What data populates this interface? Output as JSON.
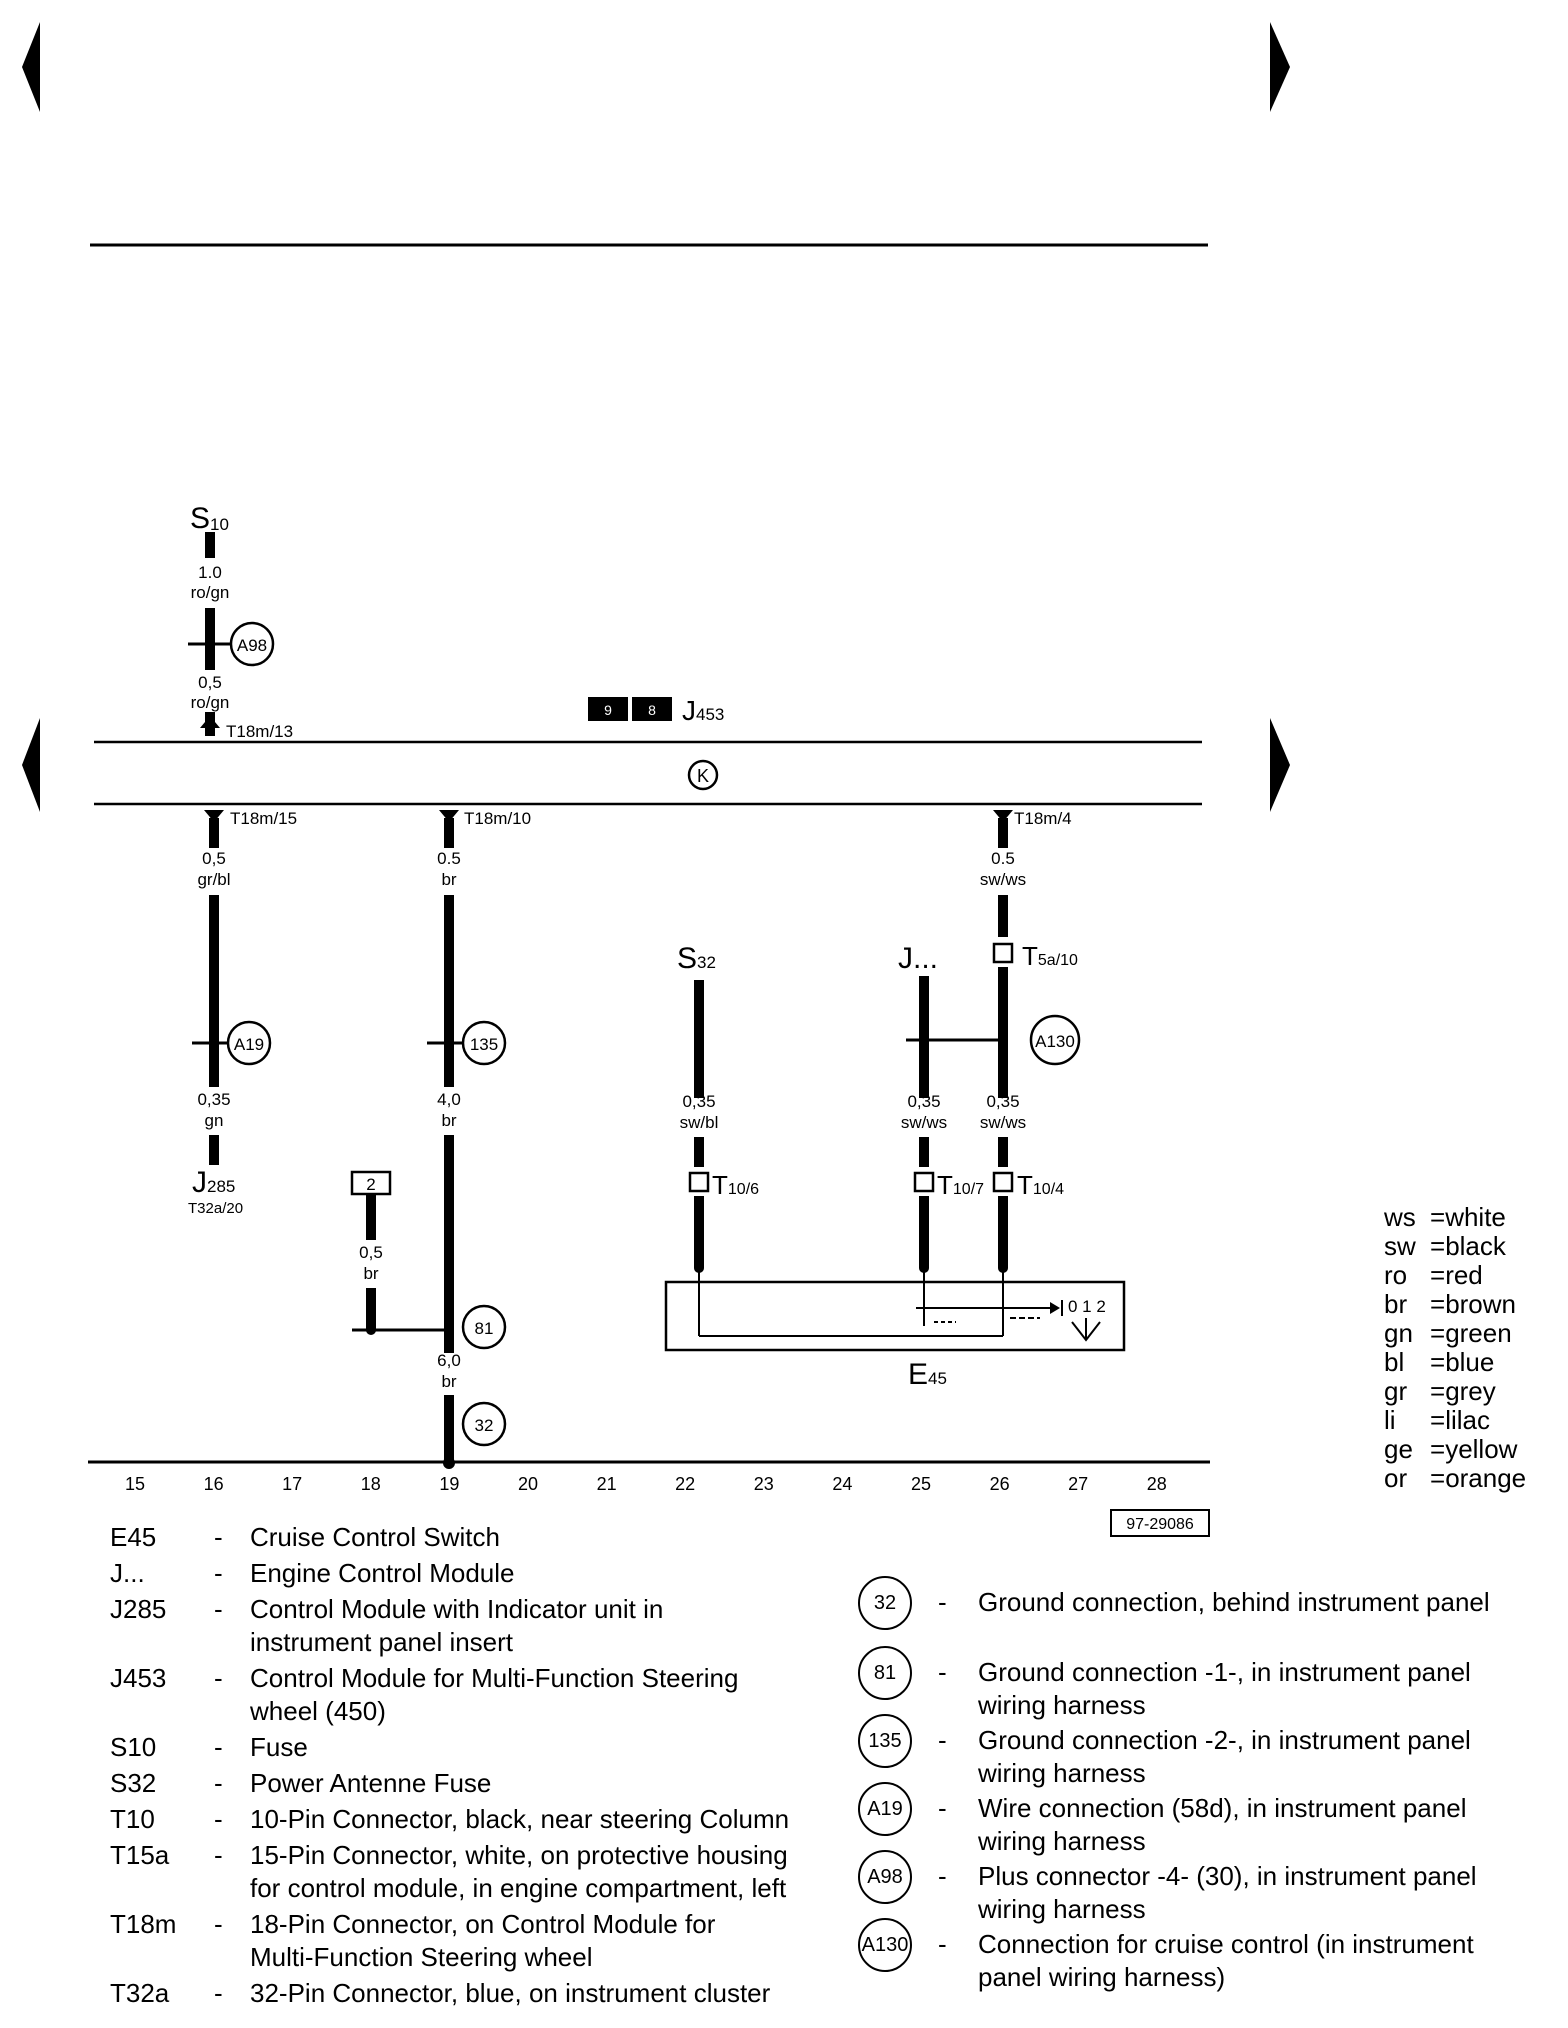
{
  "diagram": {
    "fuse_s10": {
      "label": "S",
      "sub": "10"
    },
    "wire_top1": {
      "gauge": "1.0",
      "color": "ro/gn"
    },
    "conn_a98": "A98",
    "wire_top2": {
      "gauge": "0,5",
      "color": "ro/gn"
    },
    "t18m13": "T18m/13",
    "j453_box1": "9",
    "j453_box2": "8",
    "j453": {
      "label": "J",
      "sub": "453"
    },
    "k_symbol": "K",
    "t18m15": "T18m/15",
    "t18m10": "T18m/10",
    "t18m4": "T18m/4",
    "w16a": {
      "gauge": "0,5",
      "color": "gr/bl"
    },
    "w19a": {
      "gauge": "0.5",
      "color": "br"
    },
    "w26a": {
      "gauge": "0.5",
      "color": "sw/ws"
    },
    "s32": {
      "label": "S",
      "sub": "32"
    },
    "j_dots": "J...",
    "t5a10": {
      "label": "T",
      "sub": "5a/10"
    },
    "conn_a19": "A19",
    "conn_135": "135",
    "conn_a130": "A130",
    "w16b": {
      "gauge": "0,35",
      "color": "gn"
    },
    "w19b": {
      "gauge": "4,0",
      "color": "br"
    },
    "w22": {
      "gauge": "0,35",
      "color": "sw/bl"
    },
    "w25": {
      "gauge": "0,35",
      "color": "sw/ws"
    },
    "w26b": {
      "gauge": "0,35",
      "color": "sw/ws"
    },
    "j285": {
      "label": "J",
      "sub": "285"
    },
    "t32a20": "T32a/20",
    "box2": "2",
    "w18": {
      "gauge": "0,5",
      "color": "br"
    },
    "t10_6": {
      "label": "T",
      "sub": "10/6"
    },
    "t10_7": {
      "label": "T",
      "sub": "10/7"
    },
    "t10_4": {
      "label": "T",
      "sub": "10/4"
    },
    "switch_positions": "0 1 2",
    "e45": {
      "label": "E",
      "sub": "45"
    },
    "conn_81": "81",
    "w19c": {
      "gauge": "6,0",
      "color": "br"
    },
    "conn_32": "32",
    "columns": [
      "15",
      "16",
      "17",
      "18",
      "19",
      "20",
      "21",
      "22",
      "23",
      "24",
      "25",
      "26",
      "27",
      "28"
    ],
    "figure_id": "97-29086"
  },
  "legend": [
    {
      "code": "E45",
      "dash": "-",
      "lines": [
        "Cruise Control Switch"
      ]
    },
    {
      "code": "J...",
      "dash": "-",
      "lines": [
        "Engine Control Module"
      ]
    },
    {
      "code": "J285",
      "dash": "-",
      "lines": [
        "Control Module with Indicator unit in",
        "instrument panel insert"
      ]
    },
    {
      "code": "J453",
      "dash": "-",
      "lines": [
        "Control Module for Multi-Function Steering",
        "wheel (450)"
      ]
    },
    {
      "code": "S10",
      "dash": "-",
      "lines": [
        "Fuse"
      ]
    },
    {
      "code": "S32",
      "dash": "-",
      "lines": [
        "Power Antenne Fuse"
      ]
    },
    {
      "code": "T10",
      "dash": "-",
      "lines": [
        "10-Pin Connector, black, near steering Column"
      ]
    },
    {
      "code": "T15a",
      "dash": "-",
      "lines": [
        "15-Pin Connector, white, on protective housing",
        "for control module, in engine compartment, left"
      ]
    },
    {
      "code": "T18m",
      "dash": "-",
      "lines": [
        "18-Pin Connector, on Control Module for",
        "Multi-Function Steering wheel"
      ]
    },
    {
      "code": "T32a",
      "dash": "-",
      "lines": [
        "32-Pin Connector, blue, on instrument cluster"
      ]
    }
  ],
  "grounds": [
    {
      "id": "32",
      "lines": [
        "Ground connection, behind instrument panel"
      ]
    },
    {
      "id": "81",
      "lines": [
        "Ground connection -1-, in instrument panel",
        "wiring harness"
      ]
    },
    {
      "id": "135",
      "lines": [
        "Ground connection -2-, in instrument panel",
        "wiring harness"
      ]
    },
    {
      "id": "A19",
      "lines": [
        "Wire connection (58d), in instrument panel",
        "wiring harness"
      ]
    },
    {
      "id": "A98",
      "lines": [
        "Plus connector -4- (30), in instrument panel",
        "wiring harness"
      ]
    },
    {
      "id": "A130",
      "lines": [
        "Connection for cruise control (in instrument",
        "panel wiring harness)"
      ]
    }
  ],
  "color_key": [
    {
      "code": "ws",
      "name": "white"
    },
    {
      "code": "sw",
      "name": "black"
    },
    {
      "code": "ro",
      "name": "red"
    },
    {
      "code": "br",
      "name": "brown"
    },
    {
      "code": "gn",
      "name": "green"
    },
    {
      "code": "bl",
      "name": "blue"
    },
    {
      "code": "gr",
      "name": "grey"
    },
    {
      "code": "li",
      "name": "lilac"
    },
    {
      "code": "ge",
      "name": "yellow"
    },
    {
      "code": "or",
      "name": "orange"
    }
  ]
}
